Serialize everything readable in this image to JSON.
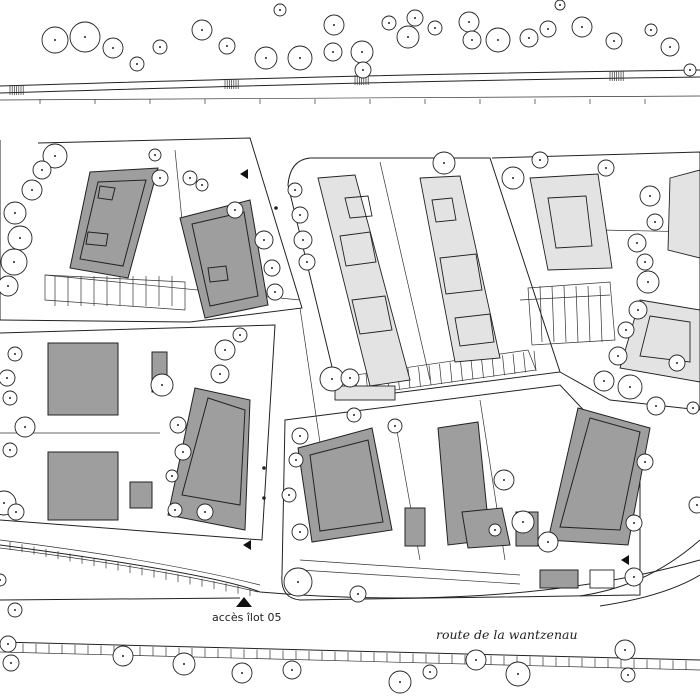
{
  "labels": {
    "access": "accès îlot 05",
    "road": "route de la wantzenau"
  },
  "colors": {
    "background": "#ffffff",
    "building_dark": "#9e9e9e",
    "building_light": "#e3e3e3",
    "line": "#222222"
  },
  "icons": {
    "access_marker": "triangle-up",
    "entrance_marker": "triangle-left"
  }
}
